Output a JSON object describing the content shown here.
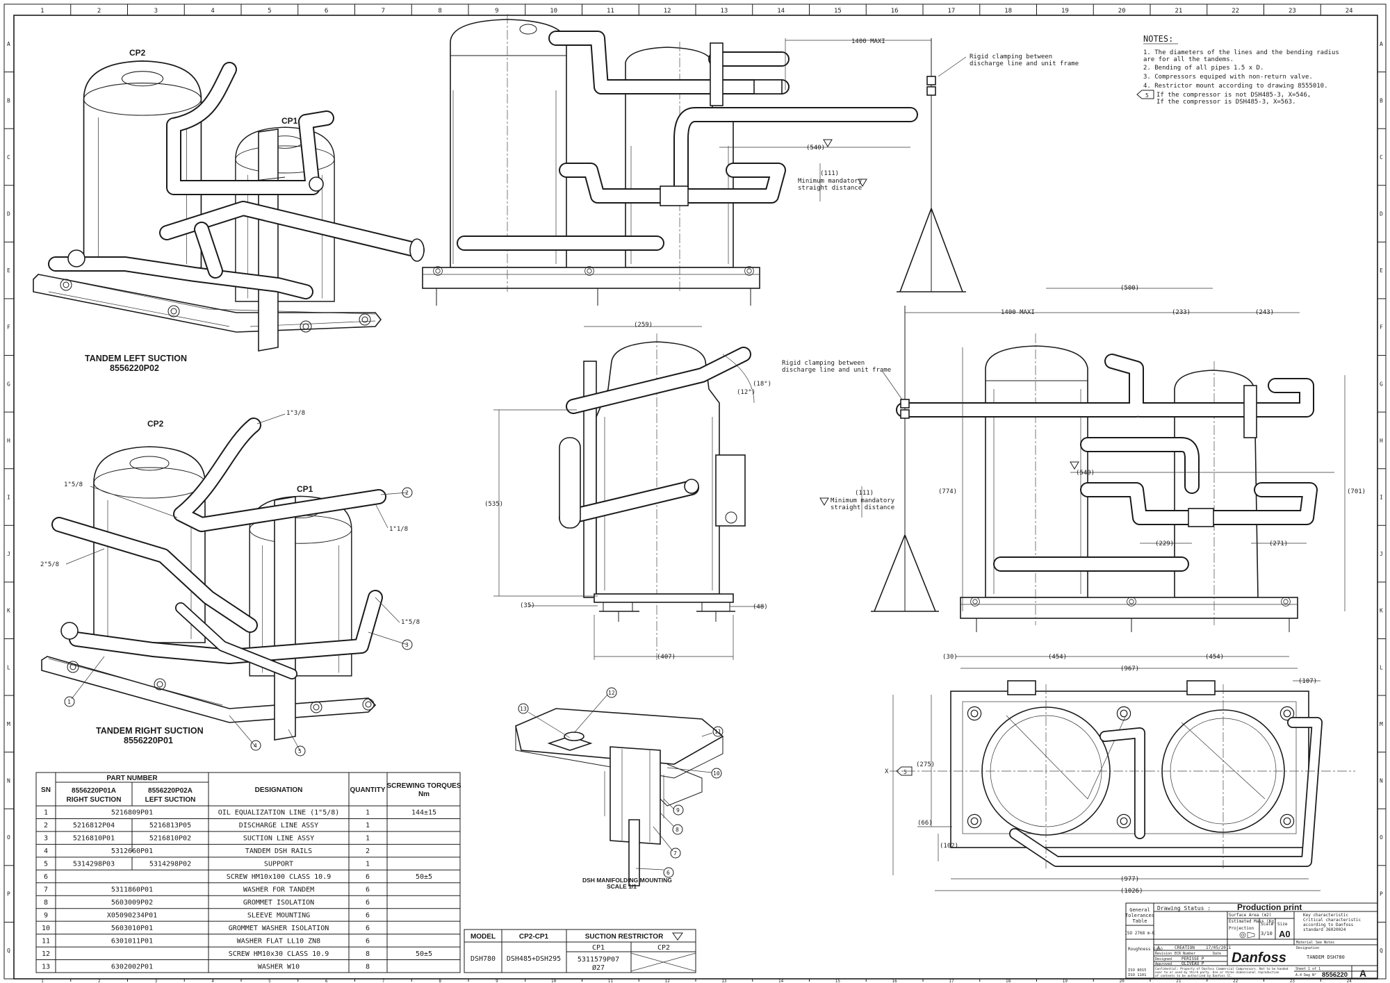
{
  "grid": {
    "columns": [
      "1",
      "2",
      "3",
      "4",
      "5",
      "6",
      "7",
      "8",
      "9",
      "10",
      "11",
      "12",
      "13",
      "14",
      "15",
      "16",
      "17",
      "18",
      "19",
      "20",
      "21",
      "22",
      "23",
      "24"
    ],
    "rows": [
      "A",
      "B",
      "C",
      "D",
      "E",
      "F",
      "G",
      "H",
      "I",
      "J",
      "K",
      "L",
      "M",
      "N",
      "O",
      "P",
      "Q"
    ]
  },
  "views": {
    "left_suction": {
      "title": "TANDEM LEFT SUCTION",
      "code": "8556220P02",
      "cp2": "CP2",
      "cp1": "CP1"
    },
    "right_suction": {
      "title": "TANDEM RIGHT SUCTION",
      "code": "8556220P01",
      "cp2": "CP2",
      "cp1": "CP1",
      "pipe_labels": [
        "1\"3/8",
        "1\"5/8",
        "1\"1/8",
        "2\"5/8",
        "1\"5/8"
      ],
      "balloons": [
        "1",
        "2",
        "3",
        "4",
        "5"
      ]
    },
    "mounting": {
      "title": "DSH MANIFOLDING MOUNTING",
      "scale": "SCALE 1/1",
      "balloons": [
        "6",
        "7",
        "8",
        "9",
        "10",
        "11",
        "12",
        "13"
      ]
    }
  },
  "notes": {
    "heading": "NOTES:",
    "items": [
      "1. The diameters of the lines and the bending radius",
      "   are for all the tandems.",
      "2. Bending of all pipes 1.5 x D.",
      "3. Compressors equiped with non-return valve.",
      "4. Restrictor mount according to drawing 8555010.",
      "If the compressor is not DSH485-3, X=546,",
      "If the compressor is DSH485-3, X=563."
    ],
    "note5_tag": "5"
  },
  "annotations": {
    "rigid_clamp_1": "Rigid clamping between",
    "rigid_clamp_2": "discharge line and unit frame",
    "min_straight_1": "Minimum mandatory",
    "min_straight_2": "straight distance",
    "max1400": "1400 MAXI",
    "max1400b": "1400 MAXI"
  },
  "dimensions": {
    "d540": "(540)",
    "d111": "(111)",
    "d540b": "(540)",
    "d111b": "(111)",
    "d259": "(259)",
    "d18": "(18°)",
    "d12": "(12°)",
    "d535": "(535)",
    "d35": "(35)",
    "d48": "(48)",
    "d407": "(407)",
    "d500": "(500)",
    "d233": "(233)",
    "d243": "(243)",
    "d774": "(774)",
    "d701": "(701)",
    "d229": "(229)",
    "d271": "(271)",
    "d30": "(30)",
    "d454a": "(454)",
    "d454b": "(454)",
    "d967": "(967)",
    "d275": "(275)",
    "d66": "(66)",
    "d102": "(102)",
    "d977": "(977)",
    "d1026": "(1026)",
    "d107": "(107)",
    "x_marker": "X"
  },
  "parts_table": {
    "title": "PART NUMBER",
    "headers": {
      "sn": "SN",
      "p01": [
        "8556220P01A",
        "RIGHT SUCTION"
      ],
      "p02": [
        "8556220P02A",
        "LEFT SUCTION"
      ],
      "designation": "DESIGNATION",
      "quantity": "QUANTITY",
      "torque": [
        "SCREWING TORQUES",
        "Nm"
      ]
    },
    "rows": [
      {
        "sn": "1",
        "p01": "5216809P01",
        "p02": "",
        "span": true,
        "designation": "OIL EQUALIZATION LINE (1\"5/8)",
        "qty": "1",
        "torque": "144±15"
      },
      {
        "sn": "2",
        "p01": "5216812P04",
        "p02": "5216813P05",
        "span": false,
        "designation": "DISCHARGE LINE ASSY",
        "qty": "1",
        "torque": ""
      },
      {
        "sn": "3",
        "p01": "5216810P01",
        "p02": "5216810P02",
        "span": false,
        "designation": "SUCTION LINE ASSY",
        "qty": "1",
        "torque": ""
      },
      {
        "sn": "4",
        "p01": "5312660P01",
        "p02": "",
        "span": true,
        "designation": "TANDEM DSH RAILS",
        "qty": "2",
        "torque": ""
      },
      {
        "sn": "5",
        "p01": "5314298P03",
        "p02": "5314298P02",
        "span": false,
        "designation": "SUPPORT",
        "qty": "1",
        "torque": ""
      },
      {
        "sn": "6",
        "p01": "",
        "p02": "",
        "span": true,
        "designation": "SCREW HM10x100 CLASS 10.9",
        "qty": "6",
        "torque": "50±5"
      },
      {
        "sn": "7",
        "p01": "5311860P01",
        "p02": "",
        "span": true,
        "designation": "WASHER FOR TANDEM",
        "qty": "6",
        "torque": ""
      },
      {
        "sn": "8",
        "p01": "5603009P02",
        "p02": "",
        "span": true,
        "designation": "GROMMET ISOLATION",
        "qty": "6",
        "torque": ""
      },
      {
        "sn": "9",
        "p01": "X05090234P01",
        "p02": "",
        "span": true,
        "designation": "SLEEVE MOUNTING",
        "qty": "6",
        "torque": ""
      },
      {
        "sn": "10",
        "p01": "5603010P01",
        "p02": "",
        "span": true,
        "designation": "GROMMET WASHER ISOLATION",
        "qty": "6",
        "torque": ""
      },
      {
        "sn": "11",
        "p01": "6301011P01",
        "p02": "",
        "span": true,
        "designation": "WASHER FLAT LL10 ZN8",
        "qty": "6",
        "torque": ""
      },
      {
        "sn": "12",
        "p01": "",
        "p02": "",
        "span": true,
        "designation": "SCREW HM10x30 CLASS 10.9",
        "qty": "8",
        "torque": "50±5"
      },
      {
        "sn": "13",
        "p01": "6302002P01",
        "p02": "",
        "span": true,
        "designation": "WASHER W10",
        "qty": "8",
        "torque": ""
      }
    ]
  },
  "model_table": {
    "h_model": "MODEL",
    "h_cp": "CP2-CP1",
    "h_restrictor": "SUCTION RESTRICTOR",
    "model": "DSH780",
    "cp": "DSH485+DSH295",
    "cp1": "CP1",
    "cp2": "CP2",
    "restrictor_code": "5311579P07",
    "restrictor_dia": "Ø27"
  },
  "title_block": {
    "general_tol": [
      "General",
      "Tolerances",
      "Table"
    ],
    "iso": "ISO 2768 m-K",
    "roughness": "Roughness (μm)",
    "drawing_status": "Drawing Status :",
    "status_value": "Production print",
    "surface_area": "Surface Area (m2)",
    "mass": "Estimated Mass (Kg)",
    "projection": "Projection",
    "scale_label": "Scale",
    "scale_value": "3/10",
    "size_label": "Size",
    "size_value": "A0",
    "rev": "A",
    "creation": "CREATION",
    "date": "17/05/2011",
    "revision_label": "Revision",
    "ecr": "ECR Number",
    "date_label": "Date",
    "designed": "Designed",
    "designer": "PERISSE P",
    "approved": "Approved",
    "approver": "OLIVEAU P",
    "material_label": "Material",
    "material": "See Notes",
    "designation_label": "Designation",
    "designation": "TANDEM DSH780",
    "legend": [
      "Key characteristic",
      "Critical characteristic",
      "according to Danfoss",
      "standard 36020024"
    ],
    "confidential": [
      "Confidential: Property of Danfoss Commercial Compressors. Not to be handed",
      "over to or used by third party. Use or three dimensional reproduction",
      "of contents to be authorized by Danfoss CC."
    ],
    "iso_small": [
      "ISO 8015",
      "ISO 1101"
    ],
    "brand": "Danfoss",
    "sheet": "Sheet 1 of 1",
    "drawing_no_label": "A.4 Dwg N°",
    "drawing_no": "8556220",
    "rev_letter": "A"
  }
}
